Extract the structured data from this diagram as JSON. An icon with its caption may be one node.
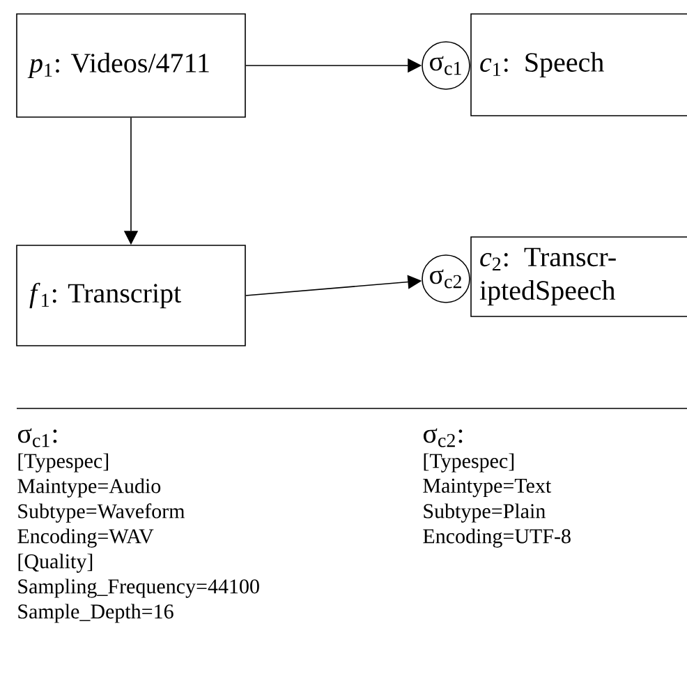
{
  "diagram": {
    "nodes": [
      {
        "text": [
          "*p*$_{1}$: Videos/4711"
        ]
      },
      {
        "text": [
          "σ$_{c1}$"
        ]
      },
      {
        "text": [
          "*c*$_{1}$: Speech"
        ]
      },
      {
        "text": [
          "*f*$_{1}$: Transcript"
        ]
      },
      {
        "text": [
          "σ$_{c2}$"
        ]
      },
      {
        "text": [
          "*c*$_{2}$: Transcr-iptedSpeech"
        ]
      }
    ],
    "edges": [
      {
        "from": 0,
        "to": 1,
        "arrow": "to"
      },
      {
        "from": 0,
        "to": 3,
        "arrow": "to"
      },
      {
        "from": 3,
        "to": 4,
        "arrow": "to"
      }
    ],
    "labels": [
      "σ$_{c1}$:",
      "[Typespec]",
      "Maintype=Audio",
      "Subtype=Waveform",
      "Encoding=WAV",
      "[Quality]",
      "Sampling_Frequency=44100",
      "Sample_Depth=16",
      "σ$_{c2}$:",
      "[Typespec]",
      "Maintype=Text",
      "Subtype=Plain",
      "Encoding=UTF-8"
    ]
  }
}
